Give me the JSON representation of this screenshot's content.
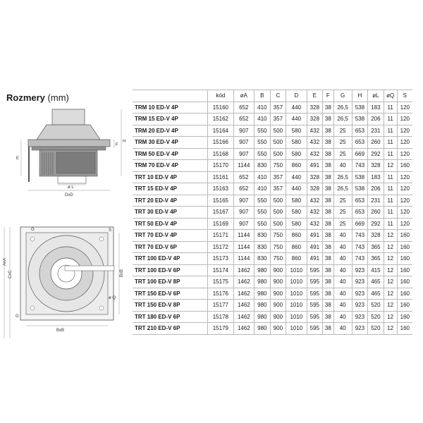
{
  "title": {
    "label": "Rozmery",
    "unit": "(mm)"
  },
  "drawing_labels": {
    "E": "E",
    "F": "F",
    "H": "H",
    "L": "ø L",
    "D": "DxD",
    "A": "AxA",
    "C": "CxC",
    "B": "BxB",
    "G": "G",
    "S": "S",
    "Q": "ø Q"
  },
  "table": {
    "headers": [
      "",
      "kód",
      "øA",
      "B",
      "C",
      "D",
      "E",
      "F",
      "G",
      "H",
      "øL",
      "øQ",
      "S"
    ],
    "rows": [
      [
        "TRM 10 ED-V 4P",
        "15160",
        "652",
        "410",
        "357",
        "440",
        "328",
        "38",
        "26,5",
        "538",
        "183",
        "11",
        "120"
      ],
      [
        "TRM 15 ED-V 4P",
        "15162",
        "652",
        "410",
        "357",
        "440",
        "328",
        "38",
        "26,5",
        "538",
        "206",
        "11",
        "120"
      ],
      [
        "TRM 20 ED-V 4P",
        "15164",
        "907",
        "550",
        "500",
        "580",
        "432",
        "38",
        "25",
        "653",
        "231",
        "11",
        "120"
      ],
      [
        "TRM 30 ED-V 4P",
        "15166",
        "907",
        "550",
        "500",
        "580",
        "432",
        "38",
        "25",
        "653",
        "260",
        "11",
        "120"
      ],
      [
        "TRM 50 ED-V 4P",
        "15168",
        "907",
        "550",
        "500",
        "580",
        "432",
        "38",
        "25",
        "669",
        "292",
        "11",
        "120"
      ],
      [
        "TRM 70 ED-V 4P",
        "15170",
        "1144",
        "830",
        "750",
        "860",
        "491",
        "38",
        "40",
        "743",
        "328",
        "12",
        "160"
      ],
      [
        "TRT 10 ED-V 4P",
        "15161",
        "652",
        "410",
        "357",
        "440",
        "328",
        "38",
        "26,5",
        "538",
        "183",
        "11",
        "120"
      ],
      [
        "TRT 15 ED-V 4P",
        "15163",
        "652",
        "410",
        "357",
        "440",
        "328",
        "38",
        "26,5",
        "538",
        "206",
        "11",
        "120"
      ],
      [
        "TRT 20 ED-V 4P",
        "15165",
        "907",
        "550",
        "500",
        "580",
        "432",
        "38",
        "25",
        "653",
        "231",
        "11",
        "120"
      ],
      [
        "TRT 30 ED-V 4P",
        "15167",
        "907",
        "550",
        "500",
        "580",
        "432",
        "38",
        "25",
        "653",
        "260",
        "11",
        "120"
      ],
      [
        "TRT 50 ED-V 4P",
        "15169",
        "907",
        "550",
        "500",
        "580",
        "432",
        "38",
        "25",
        "669",
        "292",
        "11",
        "120"
      ],
      [
        "TRT 70 ED-V 4P",
        "15171",
        "1144",
        "830",
        "750",
        "860",
        "491",
        "38",
        "40",
        "743",
        "328",
        "12",
        "160"
      ],
      [
        "TRT 70 ED-V 6P",
        "15172",
        "1144",
        "830",
        "750",
        "860",
        "491",
        "38",
        "40",
        "743",
        "365",
        "12",
        "160"
      ],
      [
        "TRT 100 ED-V 4P",
        "15173",
        "1144",
        "830",
        "750",
        "860",
        "491",
        "38",
        "40",
        "743",
        "365",
        "12",
        "160"
      ],
      [
        "TRT 100 ED-V 6P",
        "15174",
        "1462",
        "980",
        "900",
        "1010",
        "595",
        "38",
        "40",
        "923",
        "415",
        "12",
        "160"
      ],
      [
        "TRT 100 ED-V 8P",
        "15175",
        "1462",
        "980",
        "900",
        "1010",
        "595",
        "38",
        "40",
        "923",
        "465",
        "12",
        "160"
      ],
      [
        "TRT 150 ED-V 6P",
        "15176",
        "1462",
        "980",
        "900",
        "1010",
        "595",
        "38",
        "40",
        "923",
        "465",
        "12",
        "160"
      ],
      [
        "TRT 150 ED-V 8P",
        "15177",
        "1462",
        "980",
        "900",
        "1010",
        "595",
        "38",
        "40",
        "923",
        "520",
        "12",
        "160"
      ],
      [
        "TRT 180 ED-V 6P",
        "15178",
        "1462",
        "980",
        "900",
        "1010",
        "595",
        "38",
        "40",
        "923",
        "520",
        "12",
        "160"
      ],
      [
        "TRT 210 ED-V 6P",
        "15179",
        "1462",
        "980",
        "900",
        "1010",
        "595",
        "38",
        "40",
        "923",
        "520",
        "12",
        "160"
      ]
    ]
  }
}
